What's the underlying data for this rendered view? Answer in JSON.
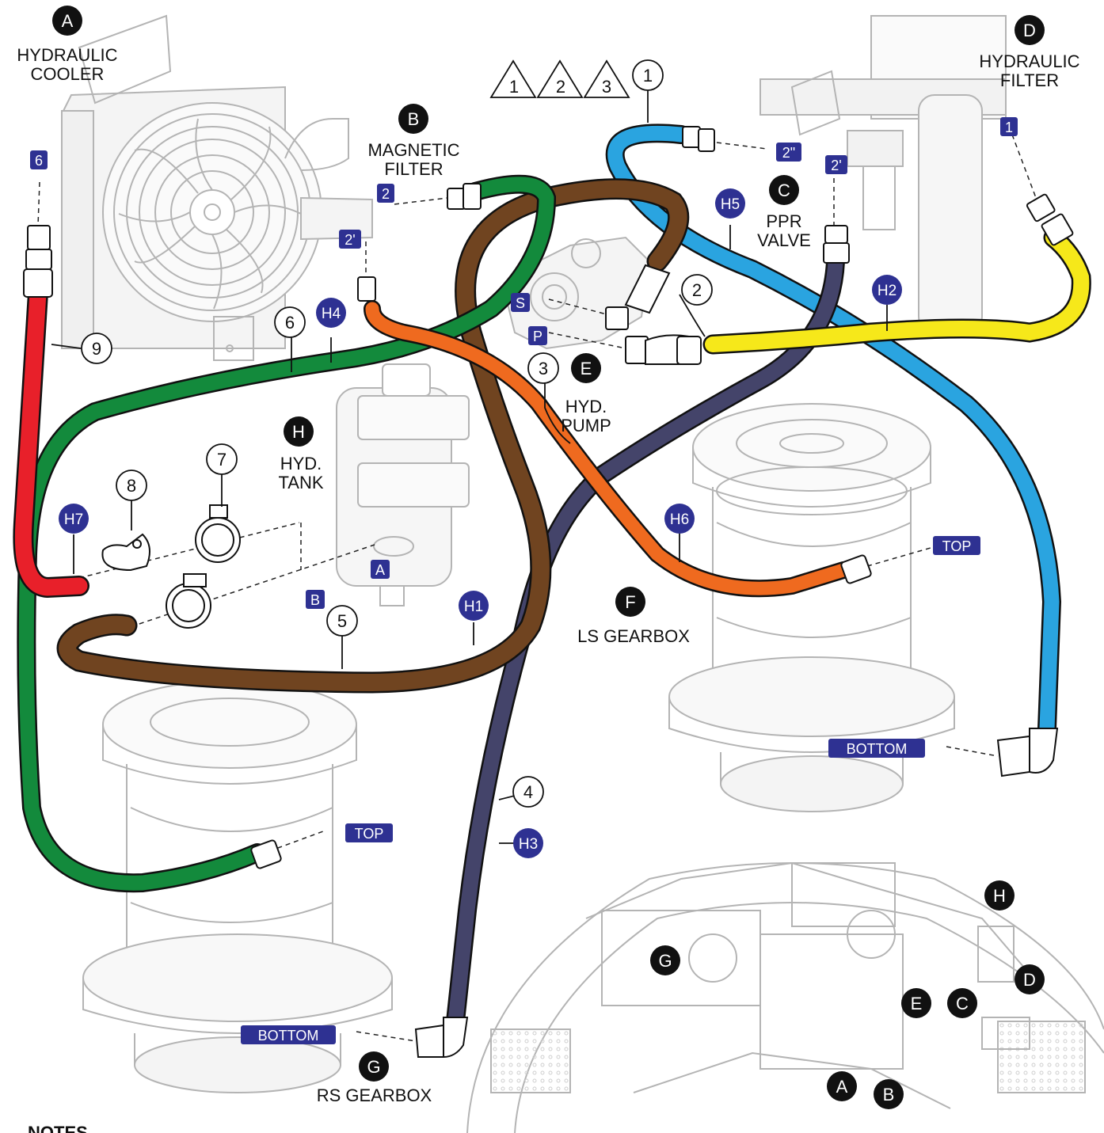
{
  "components": {
    "A": {
      "letter": "A",
      "name": "HYDRAULIC\nCOOLER"
    },
    "B": {
      "letter": "B",
      "name": "MAGNETIC\nFILTER"
    },
    "C": {
      "letter": "C",
      "name": "PPR\nVALVE"
    },
    "D": {
      "letter": "D",
      "name": "HYDRAULIC\nFILTER"
    },
    "E": {
      "letter": "E",
      "name": "HYD.\nPUMP"
    },
    "F": {
      "letter": "F",
      "name": "LS GEARBOX"
    },
    "G": {
      "letter": "G",
      "name": "RS GEARBOX"
    },
    "H": {
      "letter": "H",
      "name": "HYD.\nTANK"
    }
  },
  "warning_triangles": [
    "1",
    "2",
    "3"
  ],
  "item_numbers": [
    "1",
    "2",
    "3",
    "4",
    "5",
    "6",
    "7",
    "8",
    "9"
  ],
  "hose_tags": [
    "H1",
    "H2",
    "H3",
    "H4",
    "H5",
    "H6",
    "H7"
  ],
  "port_tags": {
    "cooler_6": "6",
    "mag_2": "2",
    "mag_2p": "2'",
    "ppr_2pp": "2\"",
    "ppr_2p": "2'",
    "filter_1": "1",
    "pump_s": "S",
    "pump_p": "P",
    "tank_a": "A",
    "tank_b": "B",
    "ls_top": "TOP",
    "ls_bottom": "BOTTOM",
    "rs_top": "TOP",
    "rs_bottom": "BOTTOM"
  },
  "overview_markers": [
    "G",
    "H",
    "E",
    "C",
    "D",
    "A",
    "B"
  ],
  "notes_heading": "NOTES",
  "colors": {
    "hose_blue": "#2aa4e0",
    "hose_green": "#138a3c",
    "hose_brown": "#704420",
    "hose_orange": "#ef6a1f",
    "hose_yellow": "#f6e81a",
    "hose_navy": "#44446a",
    "hose_red": "#e8202a",
    "tag_navy": "#2e3192",
    "outline_gray": "#b4b4b4"
  }
}
